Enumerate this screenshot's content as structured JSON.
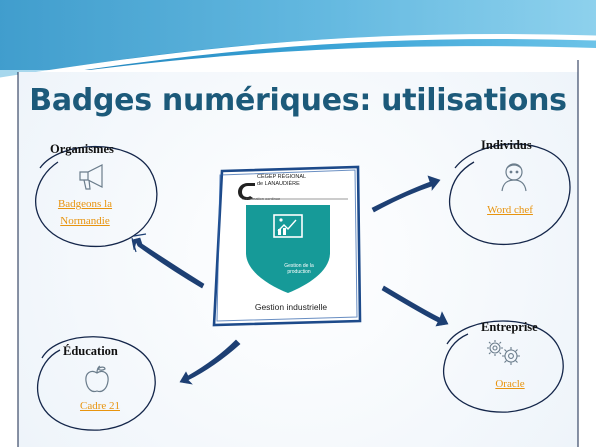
{
  "title": "Badges numériques: utilisations",
  "center_badge": {
    "institution": "CÉGEP RÉGIONAL",
    "institution_sub": "de LANAUDIÈRE",
    "formation": "Formation continue",
    "badge_subtitle": "Gestion de la production",
    "badge_name": "Gestion industrielle"
  },
  "nodes": {
    "organismes": {
      "label": "Organismes",
      "link": "Badgeons la Normandie",
      "icon": "megaphone-icon"
    },
    "individus": {
      "label": "Individus",
      "link": "Word chef",
      "icon": "person-icon"
    },
    "education": {
      "label": "Éducation",
      "link": "Cadre 21",
      "icon": "apple-icon"
    },
    "entreprise": {
      "label": "Entreprise",
      "link": "Oracle",
      "icon": "gears-icon"
    }
  },
  "colors": {
    "title": "#1c5a7a",
    "link": "#e8940e",
    "stroke": "#1d4a8a",
    "badge_teal": "#169a98",
    "swoosh": "#2f8fc4"
  }
}
